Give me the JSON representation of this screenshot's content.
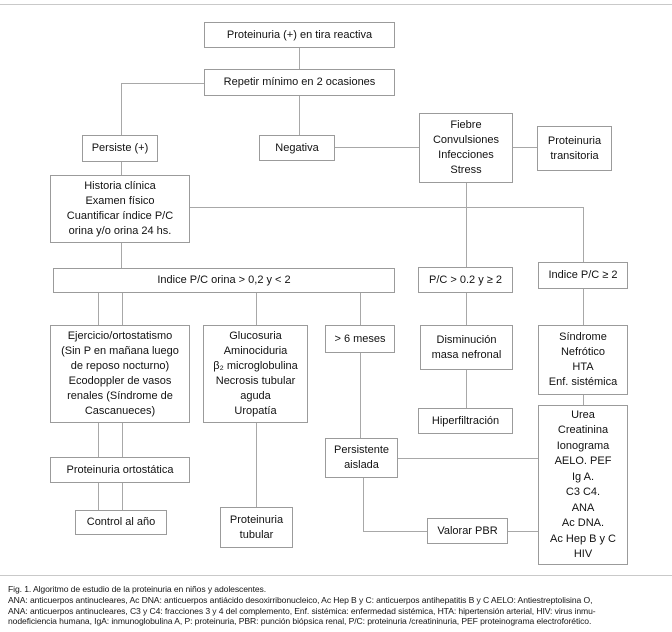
{
  "figure": {
    "caption": {
      "lines": [
        "Fig. 1. Algoritmo de estudio de la proteinuria en niños y adolescentes.",
        "ANA: anticuerpos antinucleares, Ac DNA: anticuerpos antiácido desoxirribonucleico, Ac Hep B y C: anticuerpos antihepatitis B y C AELO: Antiestreptolisina O,",
        "ANA: anticuerpos antinucleares, C3 y C4: fracciones 3 y 4 del complemento, Enf. sistémica: enfermedad sistémica, HTA: hipertensión arterial, HIV: virus inmu-",
        "nodeficiencia humana, IgA: inmunoglobulina A, P: proteinuria, PBR: punción biópsica renal, P/C: proteinuria /creatininuria, PEF proteinograma electroforético."
      ]
    }
  },
  "boxes": {
    "proteinuria_tira": "Proteinuria (+) en tira reactiva",
    "repetir": "Repetir mínimo en 2 ocasiones",
    "persiste": "Persiste (+)",
    "negativa": "Negativa",
    "fiebre": "Fiebre\nConvulsiones\nInfecciones\nStress",
    "proteinuria_transitoria": "Proteinuria\ntransitoria",
    "historia": "Historia clínica\nExamen físico\nCuantificar índice P/C\norina y/o orina 24 hs.",
    "indice_pc_orina": "Indice P/C orina > 0,2 y < 2",
    "pc_mayor": "P/C > 0.2 y ≥ 2",
    "indice_pc_2": "Indice P/C ≥ 2",
    "ejercicio": "Ejercicio/ortostatismo\n(Sin P en mañana luego\nde reposo nocturno)\nEcodoppler de vasos\nrenales (Síndrome de\nCascanueces)",
    "glucosuria": "Glucosuria\nAminociduria\nβ₂ microglobulina\nNecrosis tubular\naguda\nUropatía",
    "seis_meses": "> 6 meses",
    "disminucion": "Disminución\nmasa nefronal",
    "sindrome": "Síndrome\nNefrótico\nHTA\nEnf. sistémica",
    "hiperfiltracion": "Hiperfiltración",
    "urea_panel": "Urea\nCreatinina\nIonograma\nAELO. PEF\nIg A.\nC3 C4.\nANA\nAc DNA.\nAc Hep B y C\nHIV",
    "persistente": "Persistente\naislada",
    "proteinuria_ortostatica": "Proteinuria ortostática",
    "control_anio": "Control al año",
    "proteinuria_tubular": "Proteinuria\ntubular",
    "valorar_pbr": "Valorar PBR"
  },
  "colors": {
    "box_border": "#9b9b9b",
    "connector": "#a8a8a8",
    "separator_rule": "#c9c9c9",
    "text": "#111111"
  }
}
